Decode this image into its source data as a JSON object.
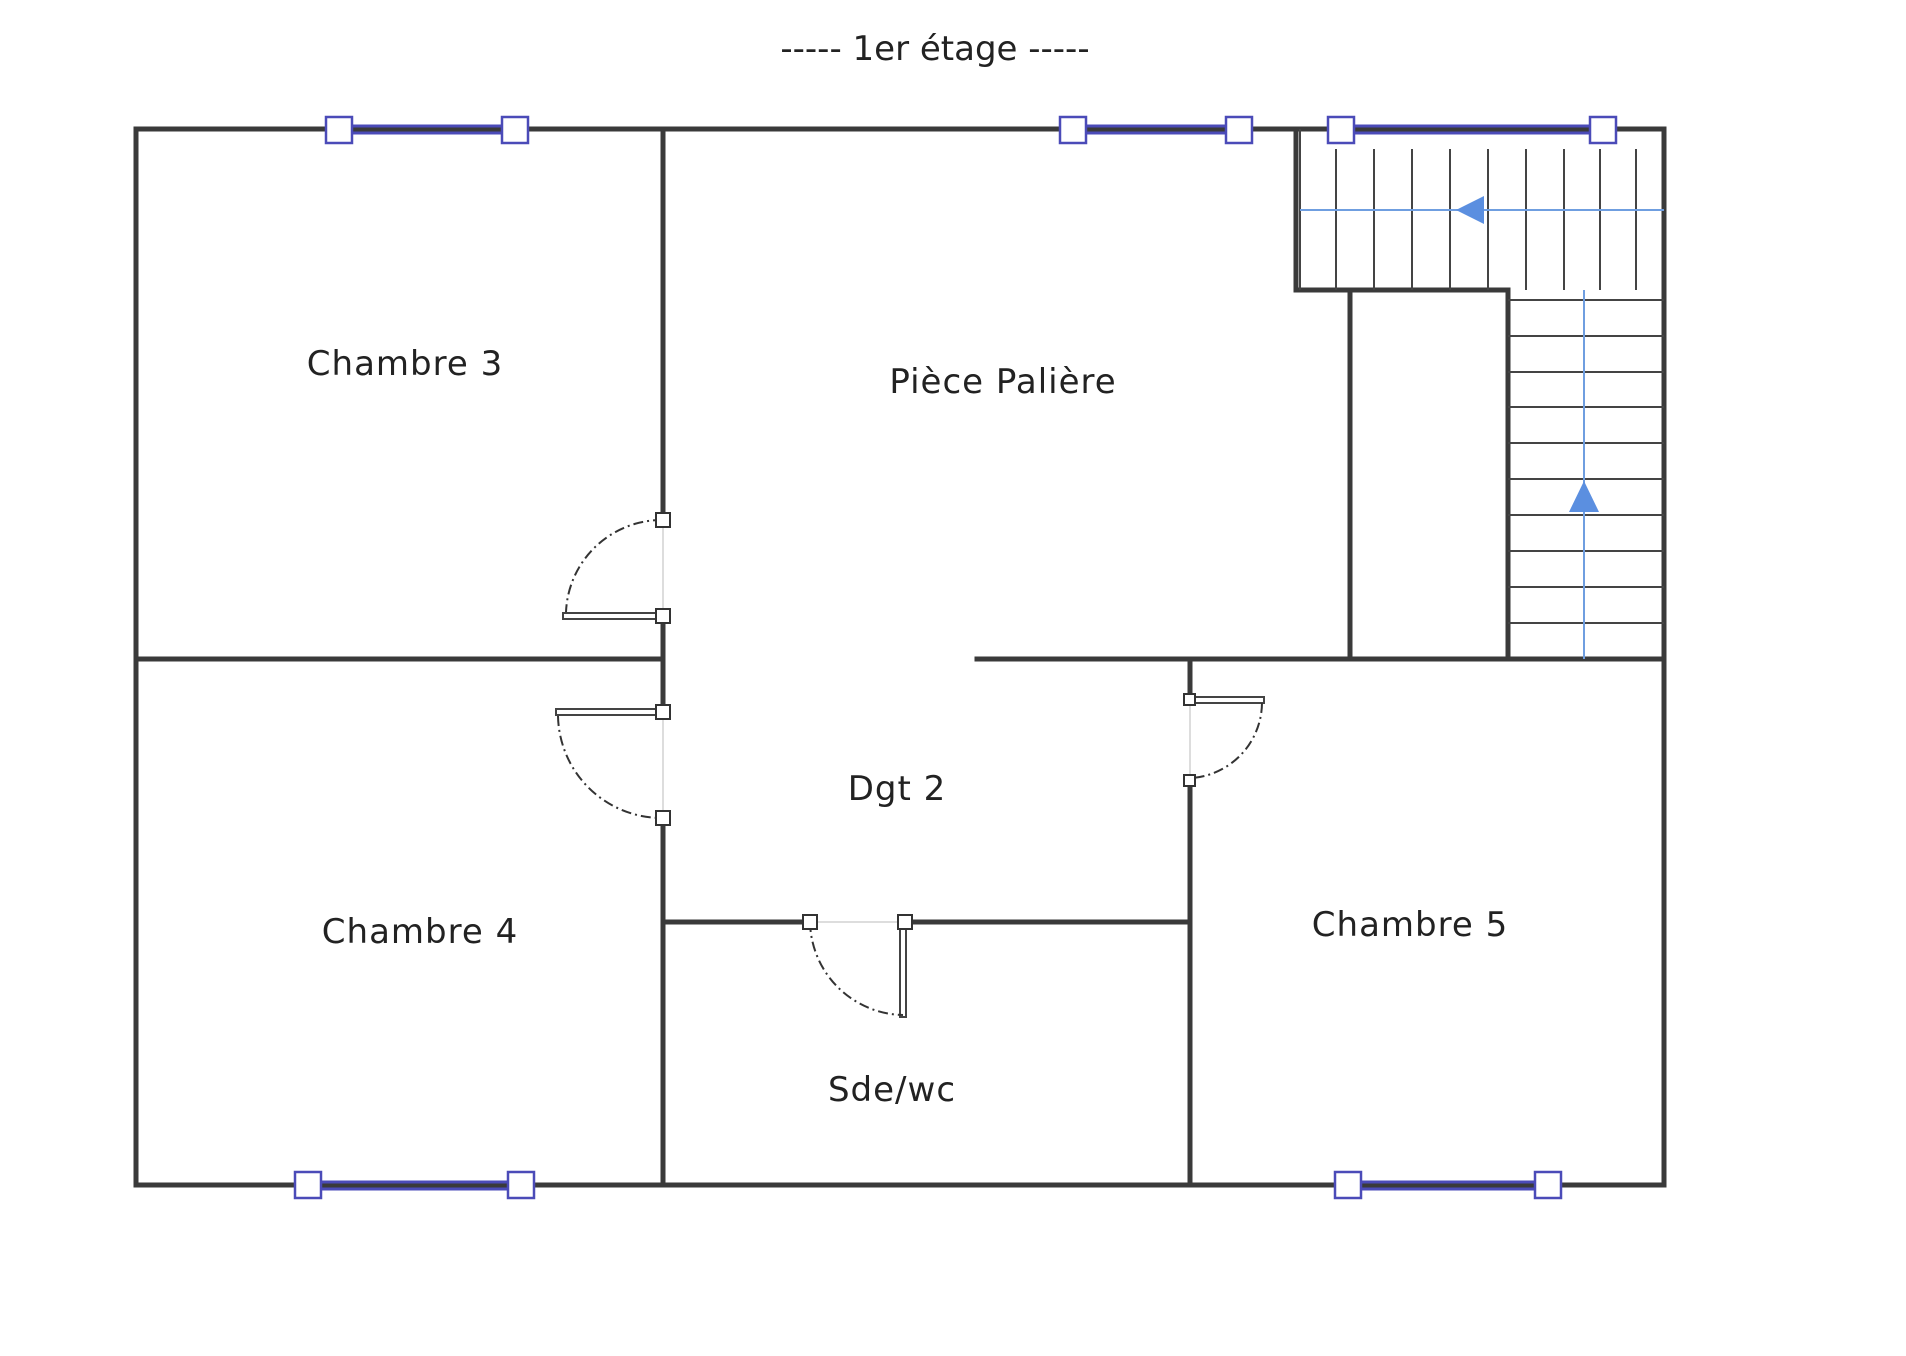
{
  "title": "-----  1er étage  -----",
  "rooms": {
    "chambre3": "Chambre 3",
    "piece_paliere": "Pièce Palière",
    "dgt2": "Dgt 2",
    "chambre4": "Chambre 4",
    "chambre5": "Chambre 5",
    "sde_wc": "Sde/wc"
  },
  "colors": {
    "wall": "#3a3a3a",
    "window": "#4b4bb8",
    "stair_arrow": "#5b8fe0"
  }
}
